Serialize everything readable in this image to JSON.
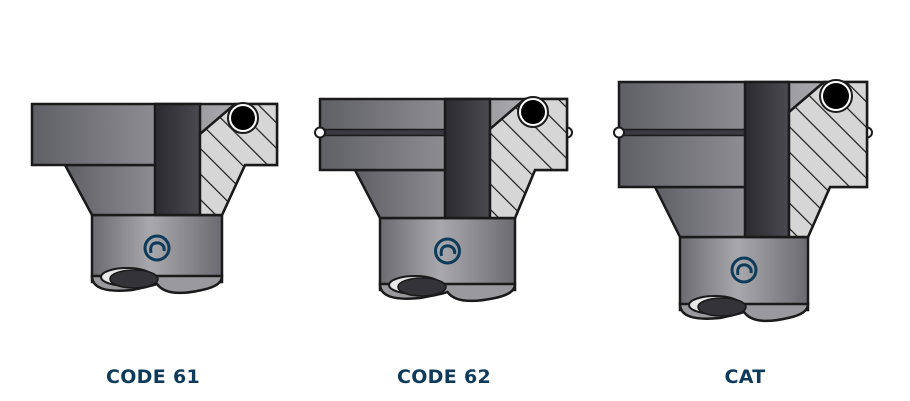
{
  "fittings": [
    {
      "label": "CODE 61",
      "has_groove": false
    },
    {
      "label": "CODE 62",
      "has_groove": true
    },
    {
      "label": "CAT",
      "has_groove": true
    }
  ],
  "colors": {
    "label": "#0f3b5a",
    "outline": "#1a1a1a",
    "body_dark": "#5f5f66",
    "body_light": "#b9b9bd",
    "bore": "#34343a",
    "hatch_fill": "#d6d6d6",
    "logo": "#0f3b5a"
  }
}
